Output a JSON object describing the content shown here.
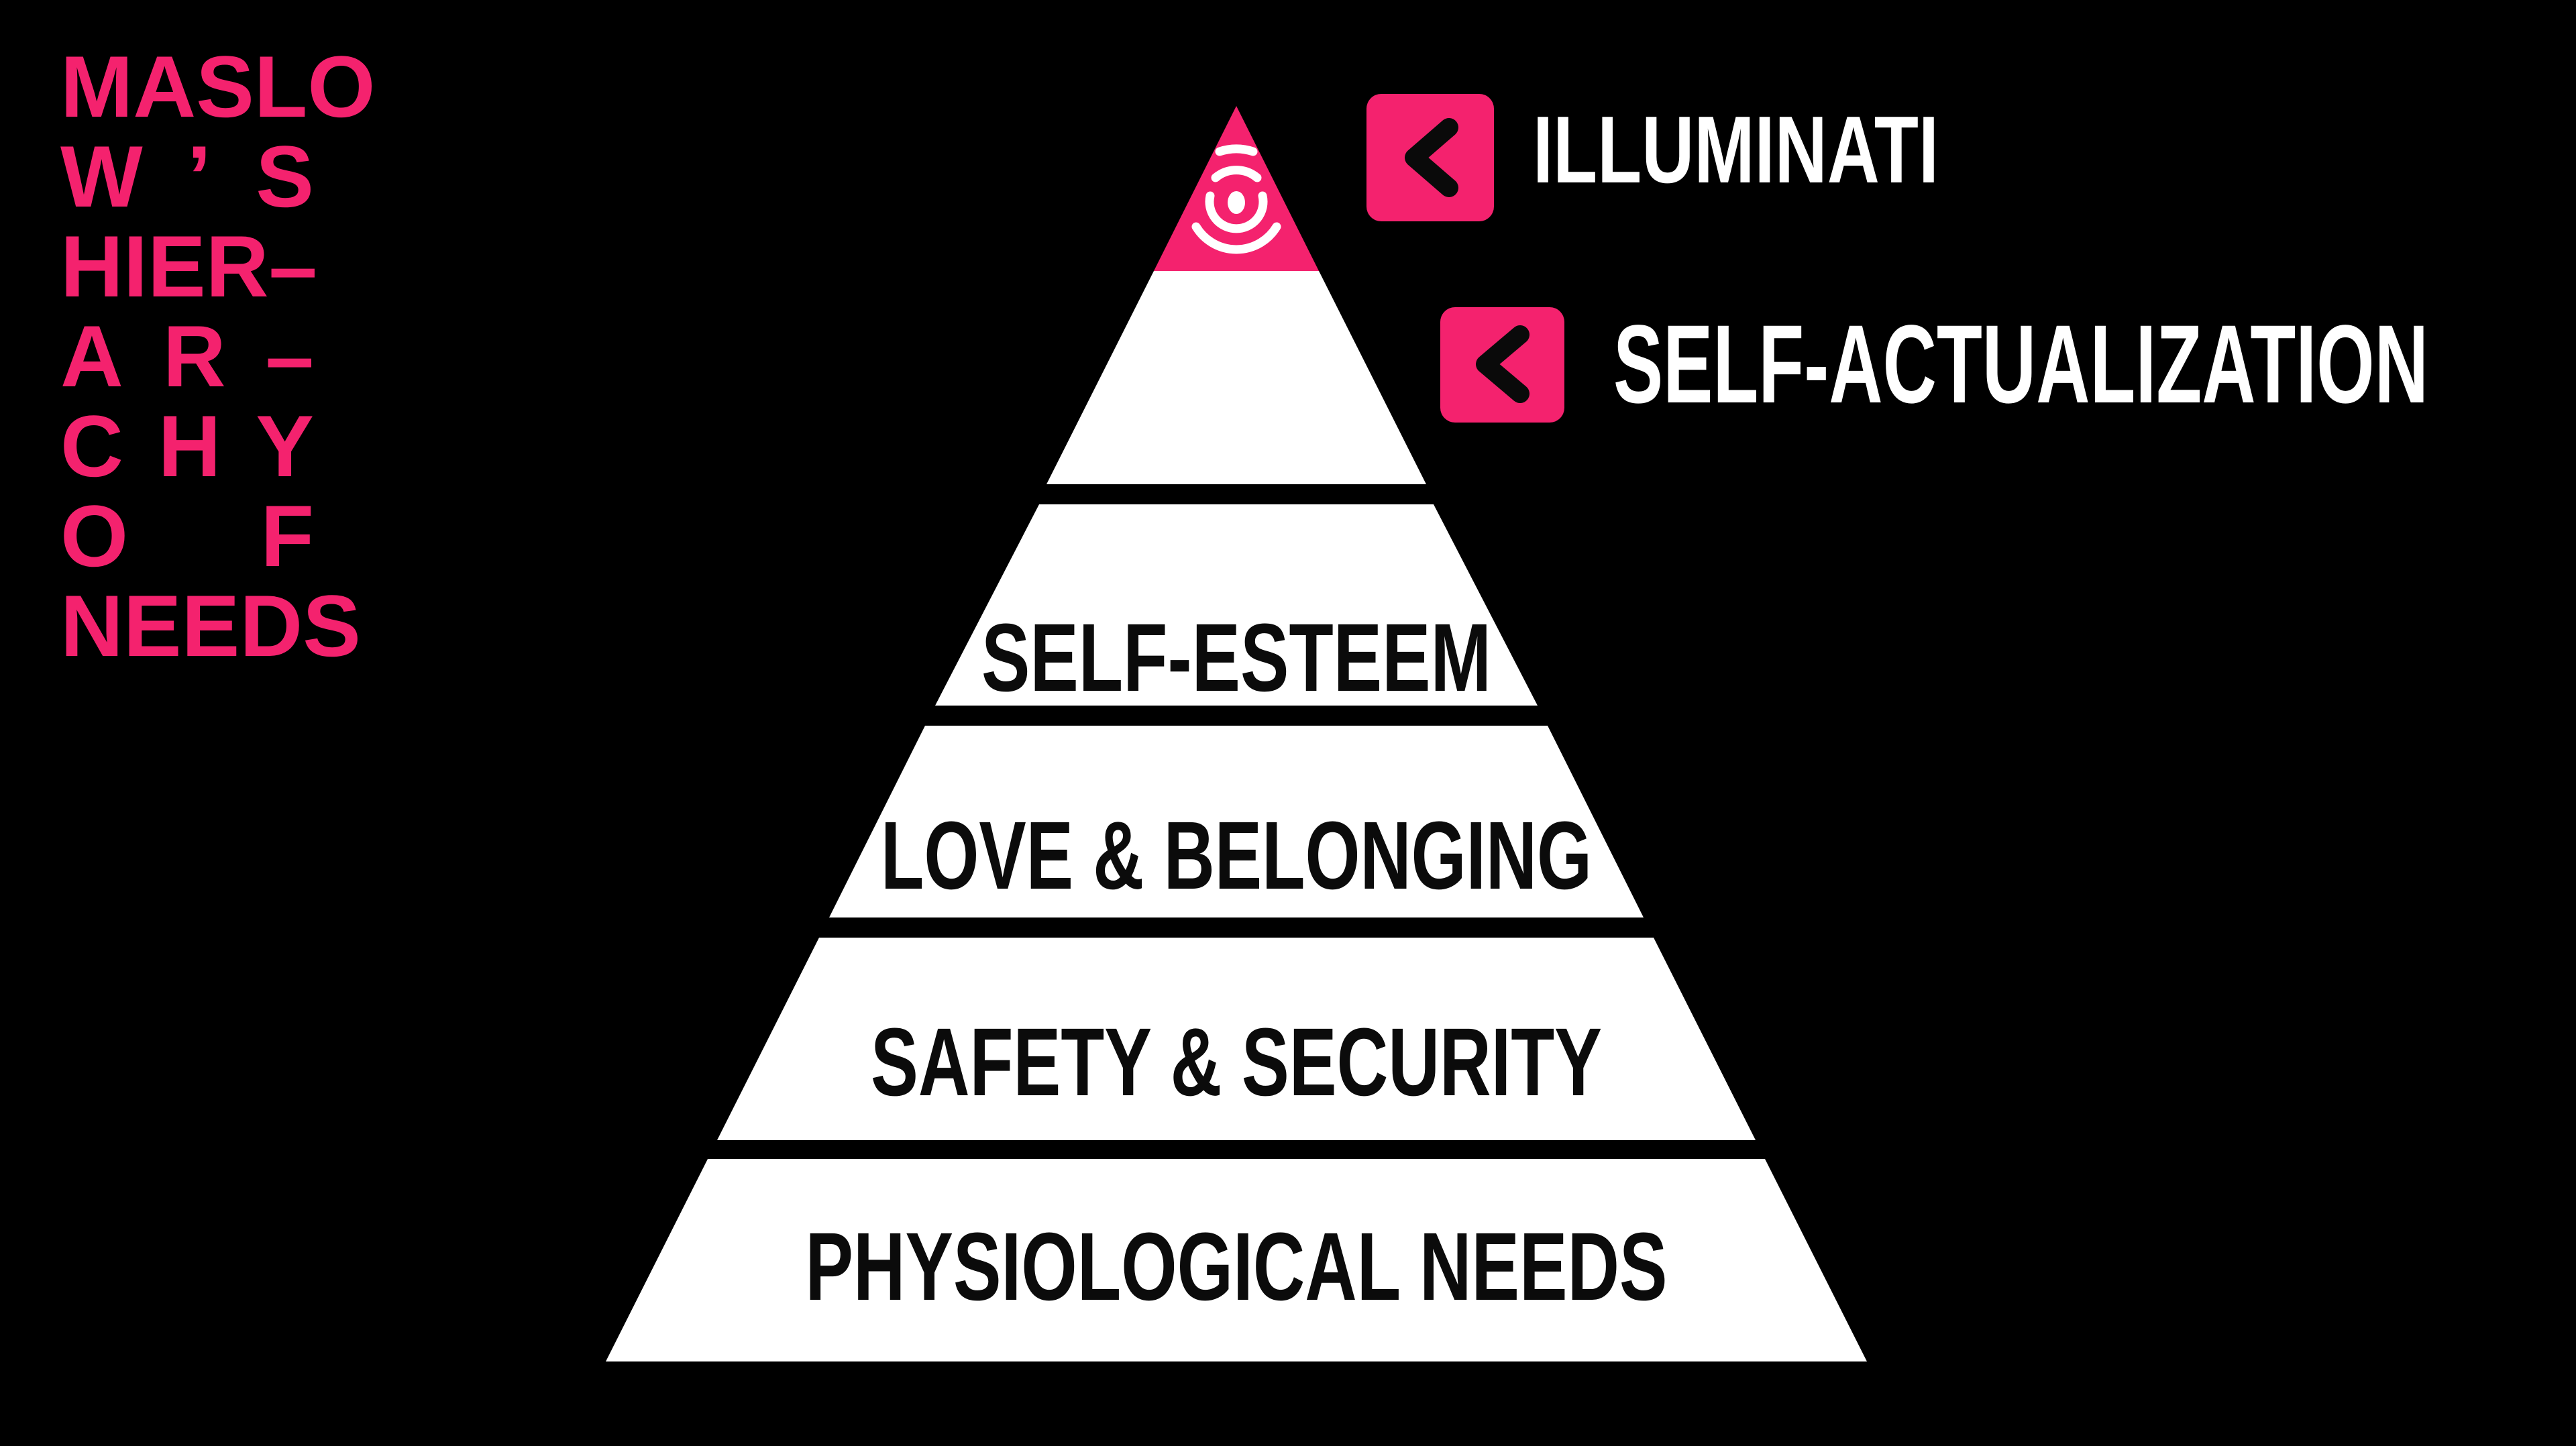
{
  "colors": {
    "background": "#000000",
    "pink": "#F4226E",
    "band_white": "#FFFFFF",
    "label_black": "#0B0B0B",
    "annotation_white": "#FFFFFF"
  },
  "title": {
    "text": "MASLOW'S HIERARCHY OF NEEDS",
    "lines": [
      "MASLO",
      "W’S",
      "HIER–",
      "AR–",
      "CHY",
      "OF",
      "NEEDS"
    ]
  },
  "annotations": [
    {
      "id": "illuminati",
      "label": "ILLUMINATI",
      "icon": "chevron-left-button"
    },
    {
      "id": "self-actualization",
      "label": "SELF-ACTUALIZATION",
      "icon": "chevron-left-button"
    }
  ],
  "pyramid": {
    "type": "hierarchy-pyramid",
    "levels": [
      {
        "name": "illuminati",
        "label": "",
        "external_label": "ILLUMINATI",
        "fill": "pink",
        "icon": "illuminati-eye"
      },
      {
        "name": "self-actualization",
        "label": "",
        "external_label": "SELF-ACTUALIZATION",
        "fill": "white"
      },
      {
        "name": "self-esteem",
        "label": "SELF-ESTEEM",
        "fill": "white"
      },
      {
        "name": "love-belonging",
        "label": "LOVE & BELONGING",
        "fill": "white"
      },
      {
        "name": "safety-security",
        "label": "SAFETY & SECURITY",
        "fill": "white"
      },
      {
        "name": "physiological",
        "label": "PHYSIOLOGICAL NEEDS",
        "fill": "white"
      }
    ]
  }
}
